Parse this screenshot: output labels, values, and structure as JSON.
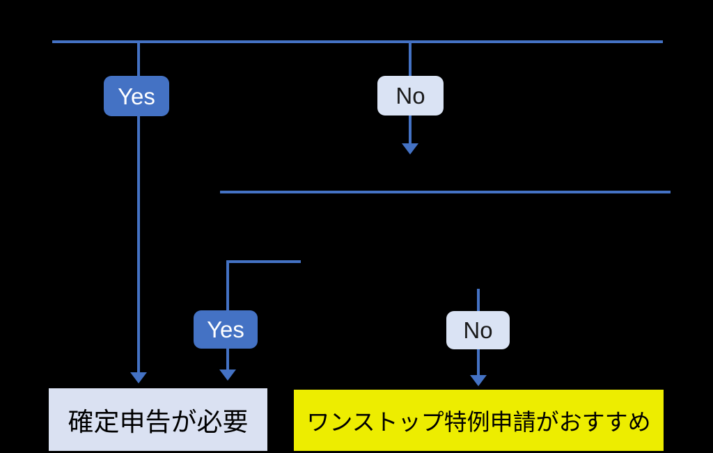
{
  "diagram": {
    "background": "#000000",
    "colors": {
      "line": "#4472C4",
      "yes_badge_bg": "#4472C4",
      "yes_badge_text": "#FFFFFF",
      "no_badge_bg": "#DAE3F4",
      "no_badge_text": "#1A1A1A",
      "outcome_left_bg": "#DAE1F2",
      "outcome_right_bg": "#EDED00",
      "outcome_text": "#000000"
    },
    "branch1": {
      "yes_label": "Yes",
      "no_label": "No"
    },
    "branch2": {
      "yes_label": "Yes",
      "no_label": "No"
    },
    "outcomes": {
      "left_text": "確定申告が必要",
      "right_text": "ワンストップ特例申請がおすすめ"
    }
  }
}
